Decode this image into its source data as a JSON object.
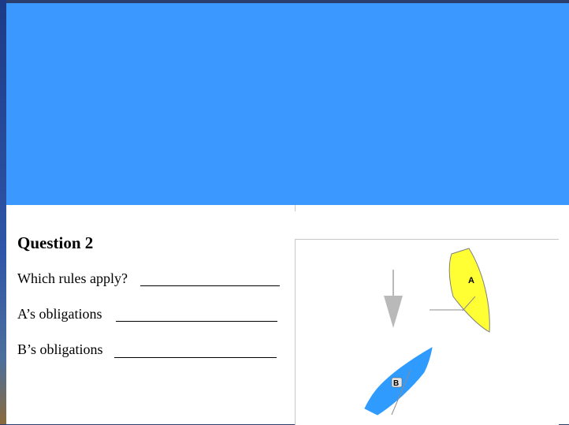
{
  "question": {
    "title": "Question 2",
    "lines": [
      {
        "label": "Which rules apply?"
      },
      {
        "label": "A’s obligations"
      },
      {
        "label": "B’s obligations"
      }
    ]
  },
  "diagram": {
    "boats": [
      {
        "label": "A",
        "color": "#ffff33"
      },
      {
        "label": "B",
        "color": "#2f9bff"
      }
    ],
    "wind_arrow_color": "#b9b9b9"
  },
  "colors": {
    "header_band": "#3a98ff",
    "frame": "#2a3f6e"
  }
}
